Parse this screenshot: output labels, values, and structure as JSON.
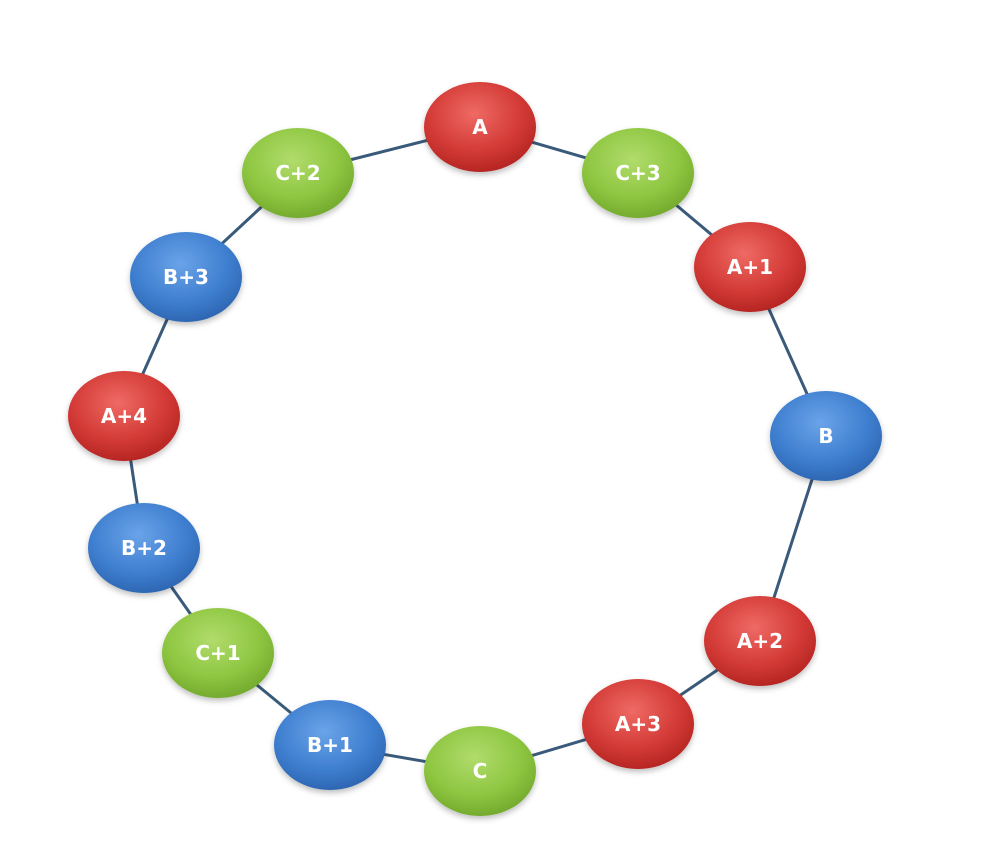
{
  "colors": {
    "red": "#d63c3c",
    "green": "#8ec641",
    "blue": "#3f7fd0",
    "ring": "#3a5a7a"
  },
  "nodes": [
    {
      "label": "A",
      "color": "red"
    },
    {
      "label": "C+3",
      "color": "green"
    },
    {
      "label": "A+1",
      "color": "red"
    },
    {
      "label": "B",
      "color": "blue"
    },
    {
      "label": "A+2",
      "color": "red"
    },
    {
      "label": "A+3",
      "color": "red"
    },
    {
      "label": "C",
      "color": "green"
    },
    {
      "label": "B+1",
      "color": "blue"
    },
    {
      "label": "C+1",
      "color": "green"
    },
    {
      "label": "B+2",
      "color": "blue"
    },
    {
      "label": "A+4",
      "color": "red"
    },
    {
      "label": "B+3",
      "color": "blue"
    },
    {
      "label": "C+2",
      "color": "green"
    }
  ]
}
